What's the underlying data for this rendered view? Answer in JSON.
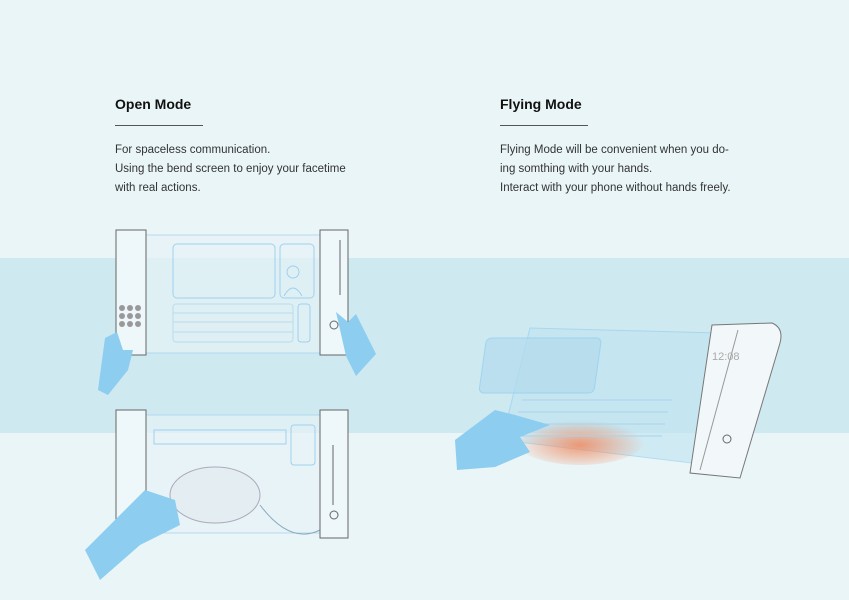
{
  "open_mode": {
    "title": "Open Mode",
    "lines": [
      "For spaceless communication.",
      "Using the bend screen to enjoy your facetime",
      "with real actions."
    ]
  },
  "flying_mode": {
    "title": "Flying Mode",
    "lines": [
      "Flying Mode will be convenient when you do-",
      "ing somthing with your hands.",
      "Interact with your phone without hands freely."
    ]
  },
  "phone_clock": "12:08",
  "colors": {
    "background": "#eaf5f7",
    "band": "#cfe9f1",
    "hand": "#8ccdf0",
    "outline": "#9fd0ee",
    "heat": "#f08a60"
  }
}
